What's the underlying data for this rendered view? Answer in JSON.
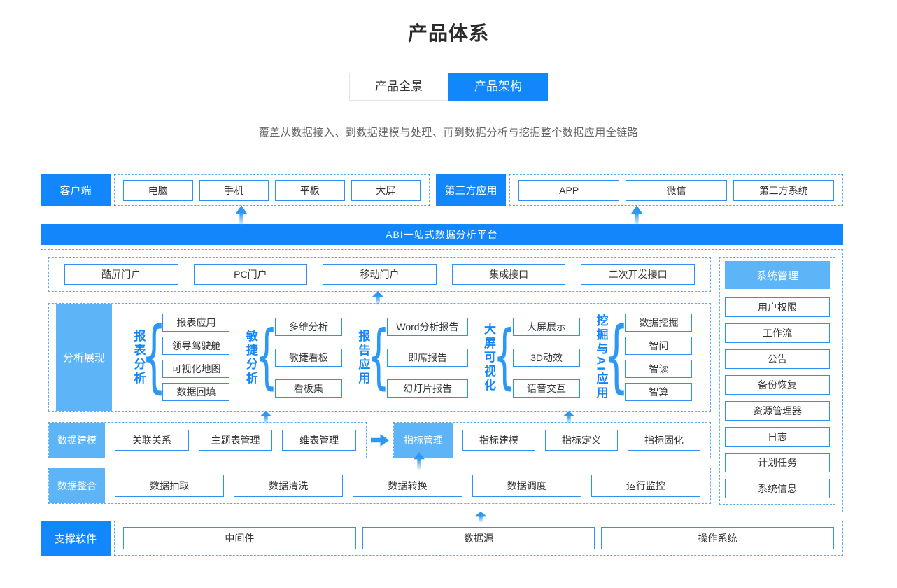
{
  "page": {
    "title": "产品体系",
    "subtitle": "覆盖从数据接入、到数据建模与处理、再到数据分析与挖掘整个数据应用全链路"
  },
  "tabs": [
    {
      "label": "产品全景",
      "active": false
    },
    {
      "label": "产品架构",
      "active": true
    }
  ],
  "colors": {
    "accent": "#1287fb",
    "accent_light": "#5db5f8",
    "box_border": "#2f8ff2",
    "dash_border": "#58a9f6"
  },
  "client_row": {
    "left_label": "客户端",
    "left_items": [
      "电脑",
      "手机",
      "平板",
      "大屏"
    ],
    "right_label": "第三方应用",
    "right_items": [
      "APP",
      "微信",
      "第三方系统"
    ]
  },
  "platform_banner": "ABI一站式数据分析平台",
  "portal_row": [
    "酷屏门户",
    "PC门户",
    "移动门户",
    "集成接口",
    "二次开发接口"
  ],
  "analysis": {
    "label": "分析展现",
    "groups": [
      {
        "name": "报表分析",
        "items": [
          "报表应用",
          "领导驾驶舱",
          "可视化地图",
          "数据回填"
        ]
      },
      {
        "name": "敏捷分析",
        "items": [
          "多维分析",
          "敏捷看板",
          "看板集"
        ]
      },
      {
        "name": "报告应用",
        "items": [
          "Word分析报告",
          "即席报告",
          "幻灯片报告"
        ]
      },
      {
        "name": "大屏可视化",
        "items": [
          "大屏展示",
          "3D动效",
          "语音交互"
        ]
      },
      {
        "name": "挖掘与AI应用",
        "items": [
          "数据挖掘",
          "智问",
          "智读",
          "智算"
        ]
      }
    ]
  },
  "modeling": {
    "label": "数据建模",
    "items": [
      "关联关系",
      "主题表管理",
      "维表管理"
    ],
    "target_label": "指标管理",
    "target_items": [
      "指标建模",
      "指标定义",
      "指标固化"
    ]
  },
  "integration": {
    "label": "数据整合",
    "items": [
      "数据抽取",
      "数据清洗",
      "数据转换",
      "数据调度",
      "运行监控"
    ]
  },
  "system": {
    "label": "系统管理",
    "items": [
      "用户权限",
      "工作流",
      "公告",
      "备份恢复",
      "资源管理器",
      "日志",
      "计划任务",
      "系统信息"
    ]
  },
  "support": {
    "label": "支撑软件",
    "items": [
      "中间件",
      "数据源",
      "操作系统"
    ]
  }
}
